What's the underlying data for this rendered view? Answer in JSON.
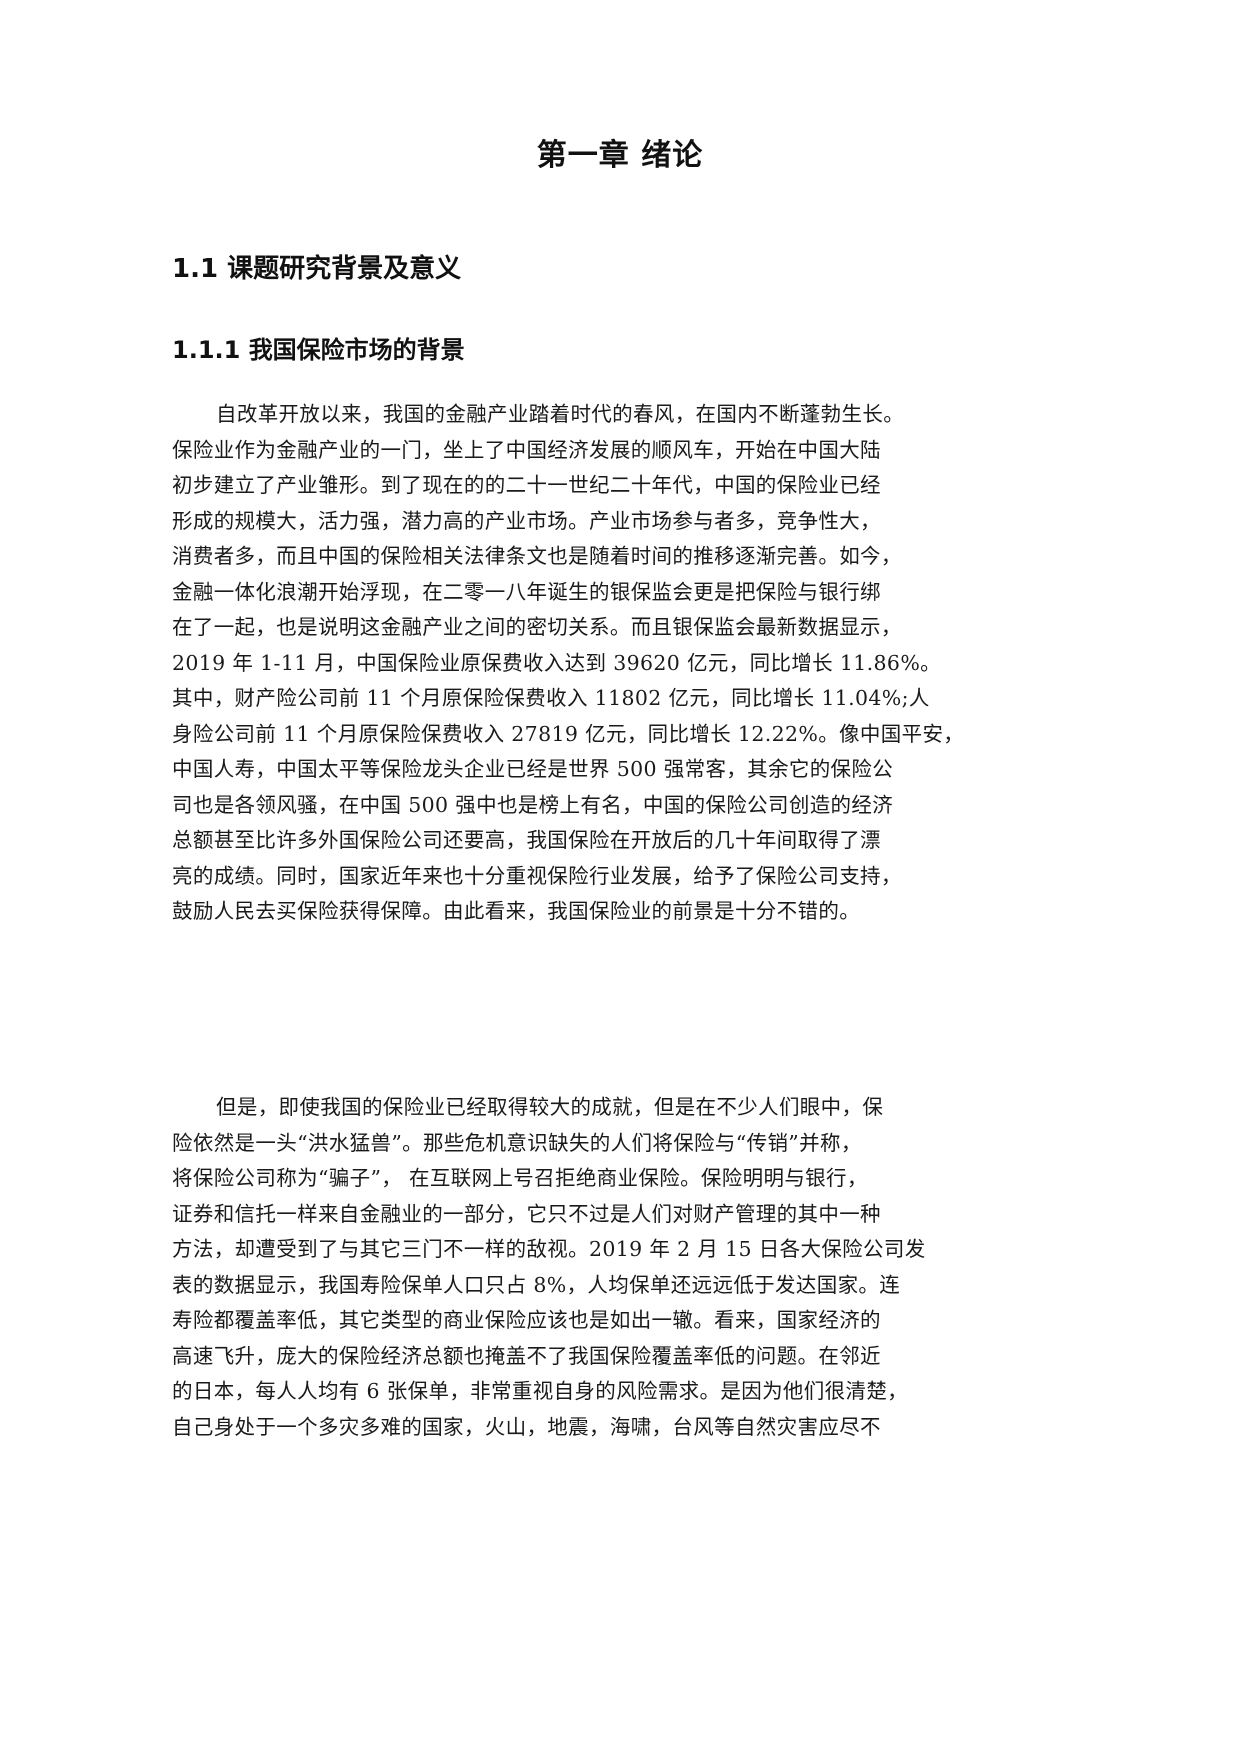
{
  "document": {
    "chapter_title": "第一章 绪论",
    "section": {
      "number_title": "1.1 课题研究背景及意义"
    },
    "subsection": {
      "number_title": "1.1.1 我国保险市场的背景"
    },
    "paragraphs": [
      {
        "lines": [
          "自改革开放以来，我国的金融产业踏着时代的春风，在国内不断蓬勃生长。",
          "保险业作为金融产业的一门，坐上了中国经济发展的顺风车，开始在中国大陆",
          "初步建立了产业雏形。到了现在的的二十一世纪二十年代，中国的保险业已经",
          "形成的规模大，活力强，潜力高的产业市场。产业市场参与者多，竞争性大，",
          "消费者多，而且中国的保险相关法律条文也是随着时间的推移逐渐完善。如今，",
          "金融一体化浪潮开始浮现，在二零一八年诞生的银保监会更是把保险与银行绑",
          "在了一起，也是说明这金融产业之间的密切关系。而且银保监会最新数据显示，",
          "2019 年 1-11 月，中国保险业原保费收入达到 39620 亿元，同比增长 11.86%。",
          "其中，财产险公司前 11 个月原保险保费收入 11802 亿元，同比增长 11.04%;人",
          "身险公司前 11 个月原保险保费收入 27819 亿元，同比增长 12.22%。像中国平安，",
          "中国人寿，中国太平等保险龙头企业已经是世界 500 强常客，其余它的保险公",
          "司也是各领风骚，在中国 500 强中也是榜上有名，中国的保险公司创造的经济",
          "总额甚至比许多外国保险公司还要高，我国保险在开放后的几十年间取得了漂",
          "亮的成绩。同时，国家近年来也十分重视保险行业发展，给予了保险公司支持，",
          "鼓励人民去买保险获得保障。由此看来，我国保险业的前景是十分不错的。"
        ]
      },
      {
        "lines": [
          "但是，即使我国的保险业已经取得较大的成就，但是在不少人们眼中，保",
          "险依然是一头“洪水猛兽”。那些危机意识缺失的人们将保险与“传销”并称，",
          "将保险公司称为“骗子”，  在互联网上号召拒绝商业保险。保险明明与银行，",
          "证券和信托一样来自金融业的一部分，它只不过是人们对财产管理的其中一种",
          "方法，却遭受到了与其它三门不一样的敌视。2019 年 2 月 15 日各大保险公司发",
          "表的数据显示，我国寿险保单人口只占 8%，人均保单还远远低于发达国家。连",
          "寿险都覆盖率低，其它类型的商业保险应该也是如出一辙。看来，国家经济的",
          "高速飞升，庞大的保险经济总额也掩盖不了我国保险覆盖率低的问题。在邻近",
          "的日本，每人人均有 6 张保单，非常重视自身的风险需求。是因为他们很清楚，",
          "自己身处于一个多灾多难的国家，火山，地震，海啸，台风等自然灾害应尽不"
        ]
      }
    ]
  }
}
